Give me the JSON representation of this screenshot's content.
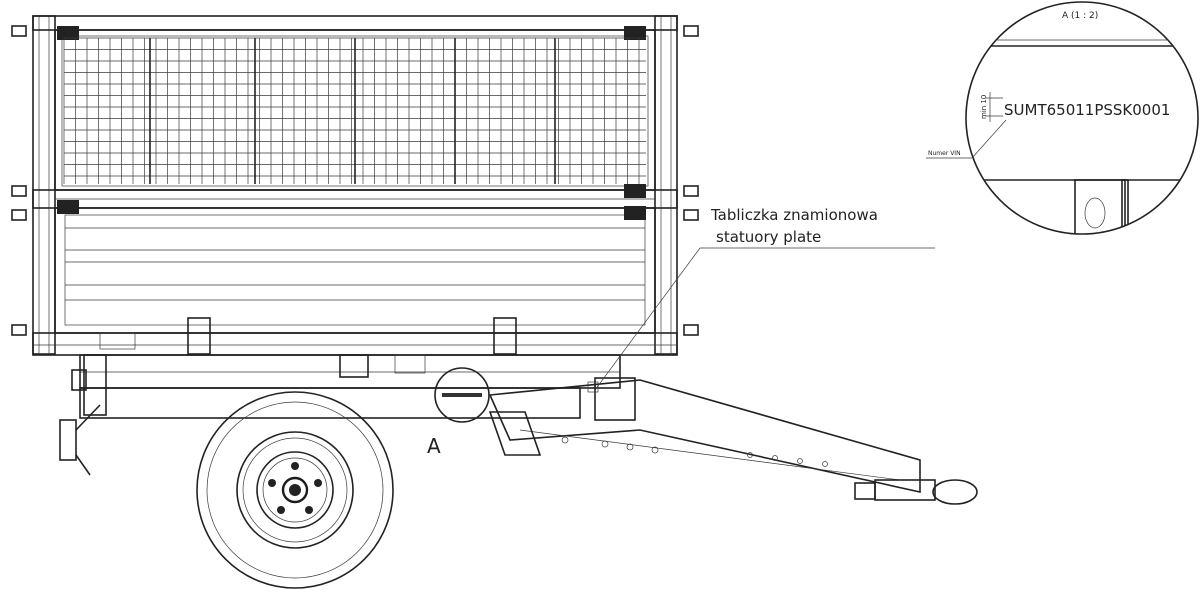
{
  "detail": {
    "title": "A (1 : 2)",
    "vin_code": "SUMT65011PSSK0001",
    "dimension": "min 10",
    "vin_label": "Numer VIN"
  },
  "callout": {
    "plate_line1": "Tabliczka znamionowa",
    "plate_line2": "statuory plate"
  },
  "view_label": "A"
}
